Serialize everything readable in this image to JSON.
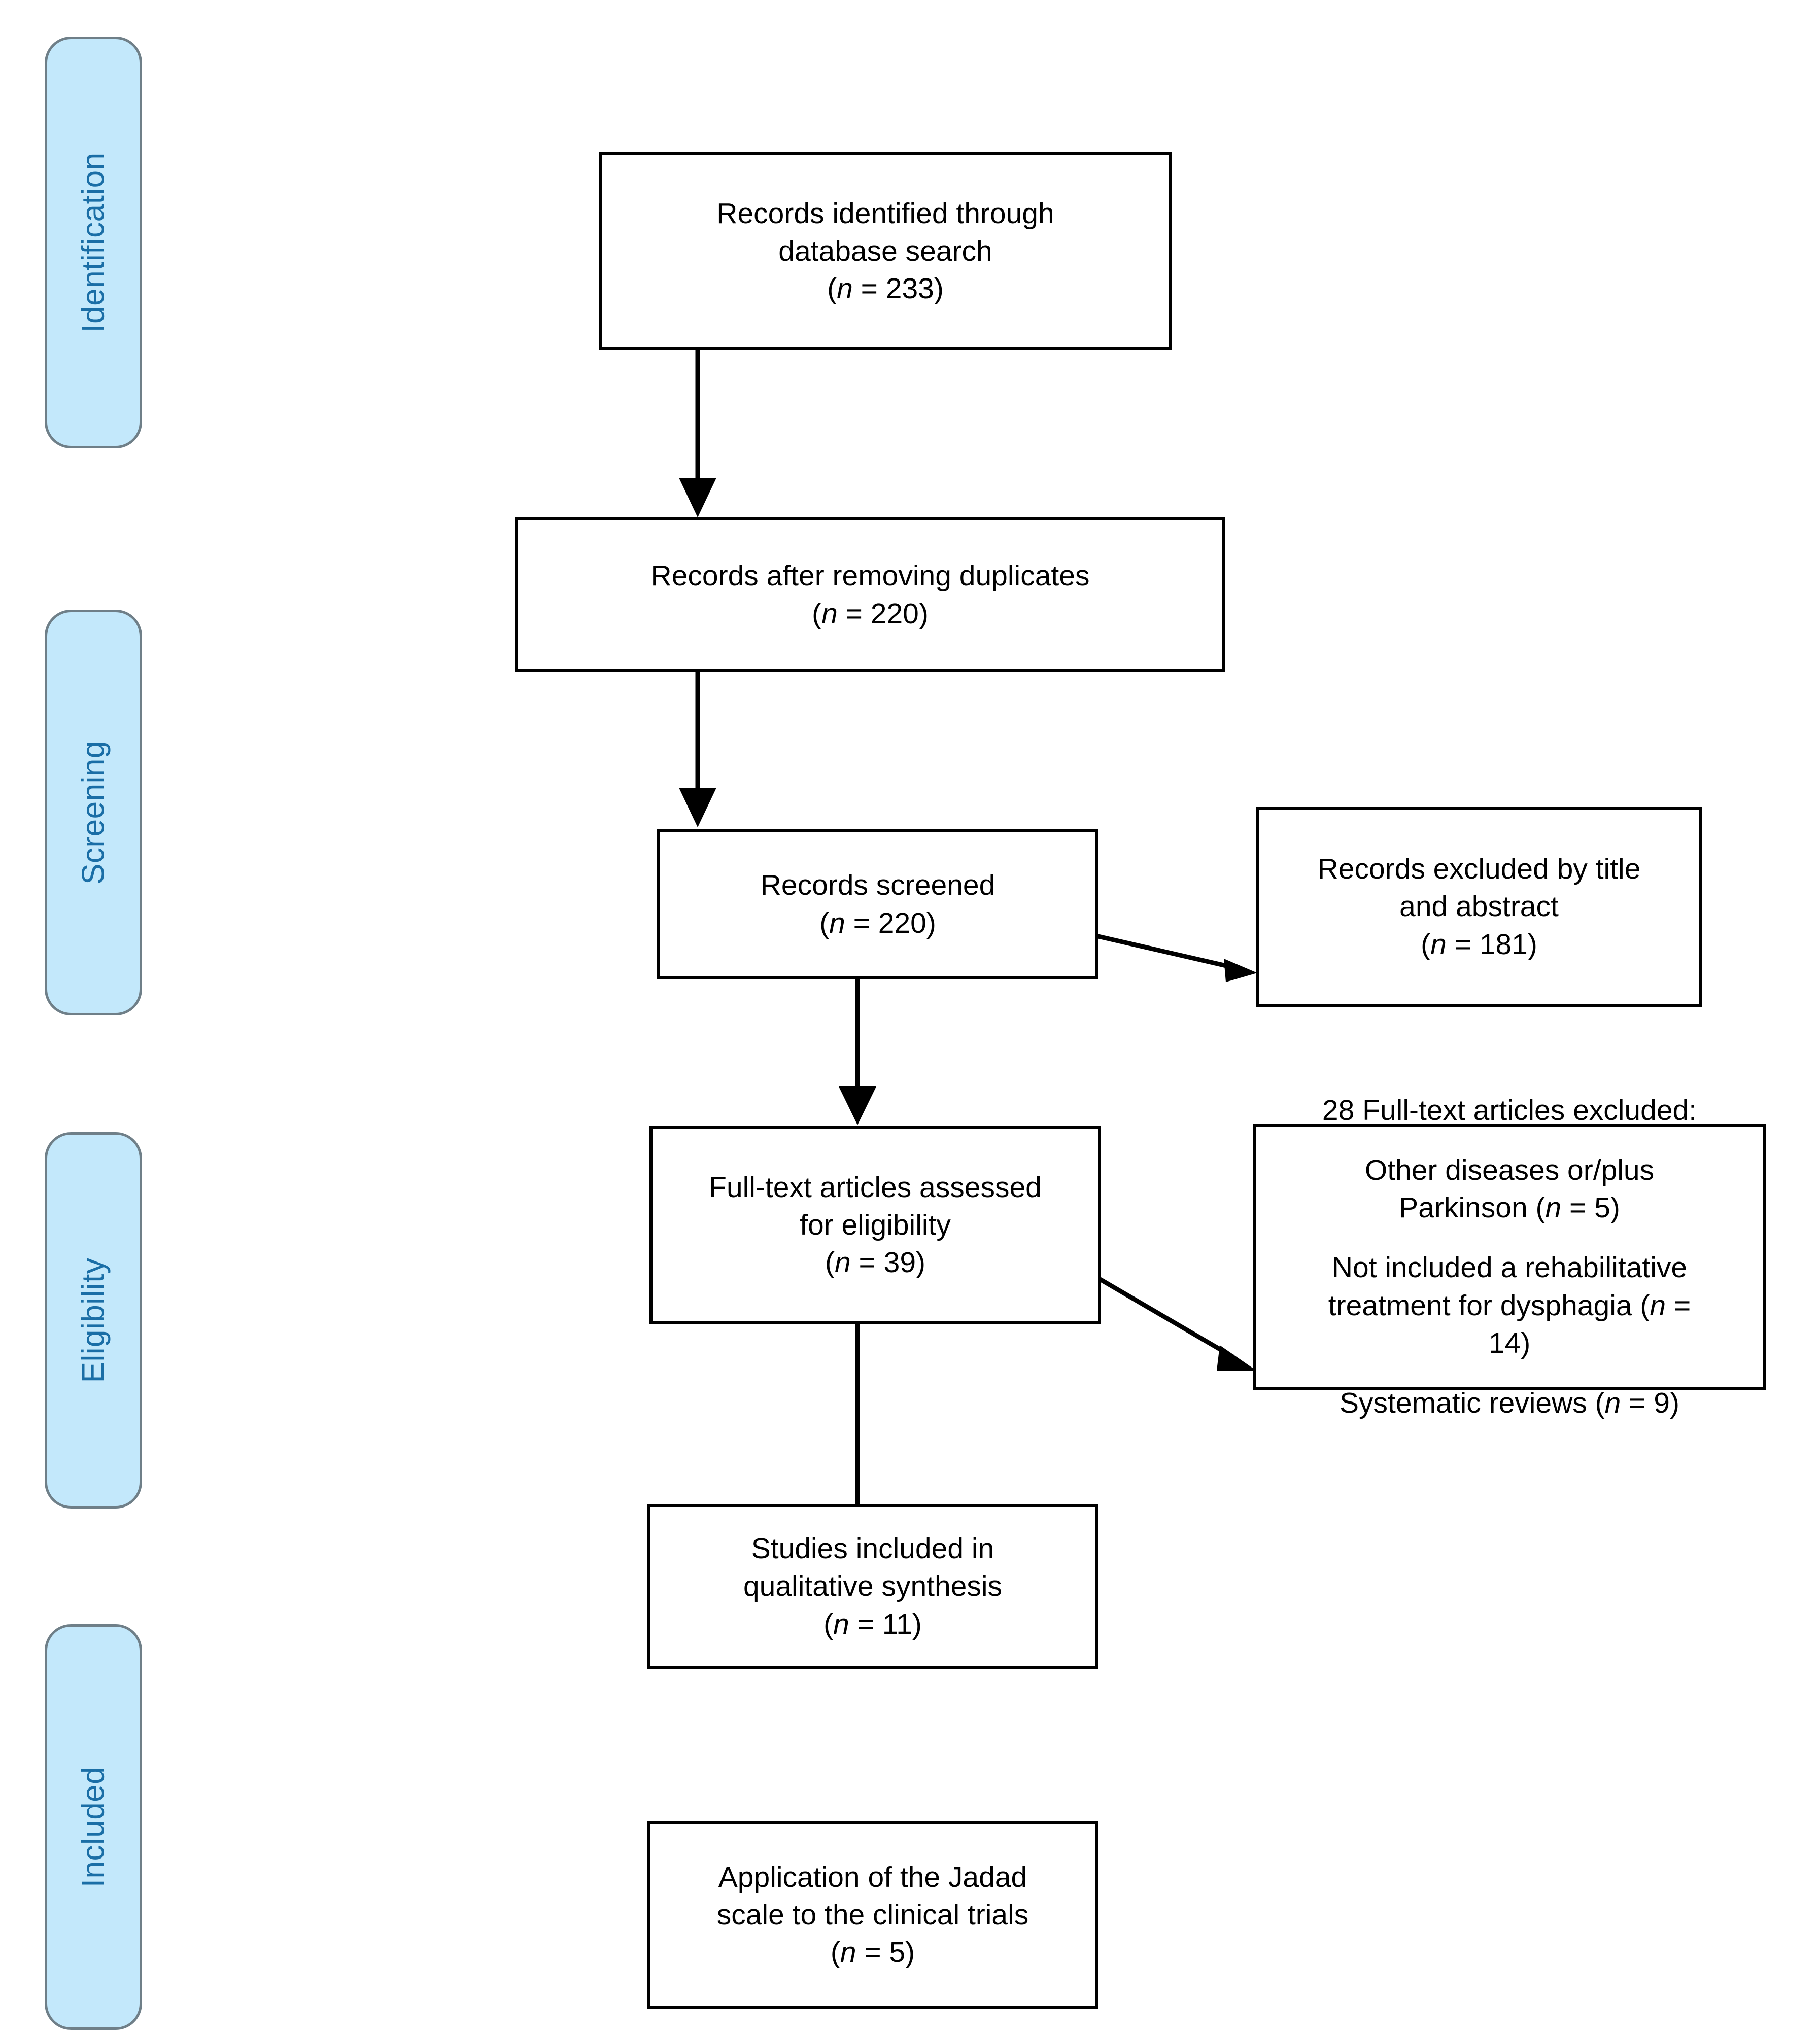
{
  "diagram": {
    "type": "prisma-flow-diagram",
    "colors": {
      "stage_tab_fill": "#c3e8fb",
      "stage_tab_border": "#6f7f88",
      "stage_tab_text": "#1a6ea6",
      "box_border": "#000000",
      "box_fill": "#ffffff",
      "arrow": "#000000"
    }
  },
  "stages": [
    {
      "label": "Identification"
    },
    {
      "label": "Screening"
    },
    {
      "label": "Eligibility"
    },
    {
      "label": "Included"
    }
  ],
  "boxes": {
    "identified": {
      "line1": "Records identified through",
      "line2": "database search",
      "n_prefix": "(",
      "n_italic": "n",
      "n_value": " = 233)"
    },
    "deduplicated": {
      "line1": "Records after removing duplicates",
      "n_prefix": "(",
      "n_italic": "n",
      "n_value": " = 220)"
    },
    "screened": {
      "line1": "Records screened",
      "n_prefix": "(",
      "n_italic": "n",
      "n_value": " = 220)"
    },
    "excluded_title_abstract": {
      "line1": "Records excluded by title",
      "line2": "and abstract",
      "n_prefix": "(",
      "n_italic": "n",
      "n_value": " = 181)"
    },
    "fulltext_assessed": {
      "line1": "Full-text articles assessed",
      "line2": "for eligibility",
      "n_prefix": "(",
      "n_italic": "n",
      "n_value": " = 39)"
    },
    "fulltext_excluded": {
      "heading": "28 Full-text articles excluded:",
      "reason1_line1": "Other diseases or/plus",
      "reason1_line2_pre": "Parkinson (",
      "reason1_italic": "n",
      "reason1_line2_post": " = 5)",
      "reason2_line1": "Not included a rehabilitative",
      "reason2_line2_pre": "treatment for dysphagia (",
      "reason2_italic": "n",
      "reason2_line2_post": " =",
      "reason2_line3": "14)",
      "reason3_pre": "Systematic reviews (",
      "reason3_italic": "n",
      "reason3_post": " = 9)"
    },
    "included_qualitative": {
      "line1": "Studies included in",
      "line2": "qualitative synthesis",
      "n_prefix": "(",
      "n_italic": "n",
      "n_value": " = 11)"
    },
    "jadad": {
      "line1": "Application of the Jadad",
      "line2": "scale to the clinical trials",
      "n_prefix": "(",
      "n_italic": "n",
      "n_value": " = 5)"
    }
  },
  "connectors": [
    {
      "name": "identified-to-deduplicated",
      "direction": "down"
    },
    {
      "name": "deduplicated-to-screened",
      "direction": "down"
    },
    {
      "name": "screened-to-excluded",
      "direction": "down-right"
    },
    {
      "name": "screened-to-fulltext",
      "direction": "down"
    },
    {
      "name": "fulltext-to-excluded-list",
      "direction": "down-right"
    },
    {
      "name": "fulltext-to-included",
      "direction": "down"
    }
  ]
}
